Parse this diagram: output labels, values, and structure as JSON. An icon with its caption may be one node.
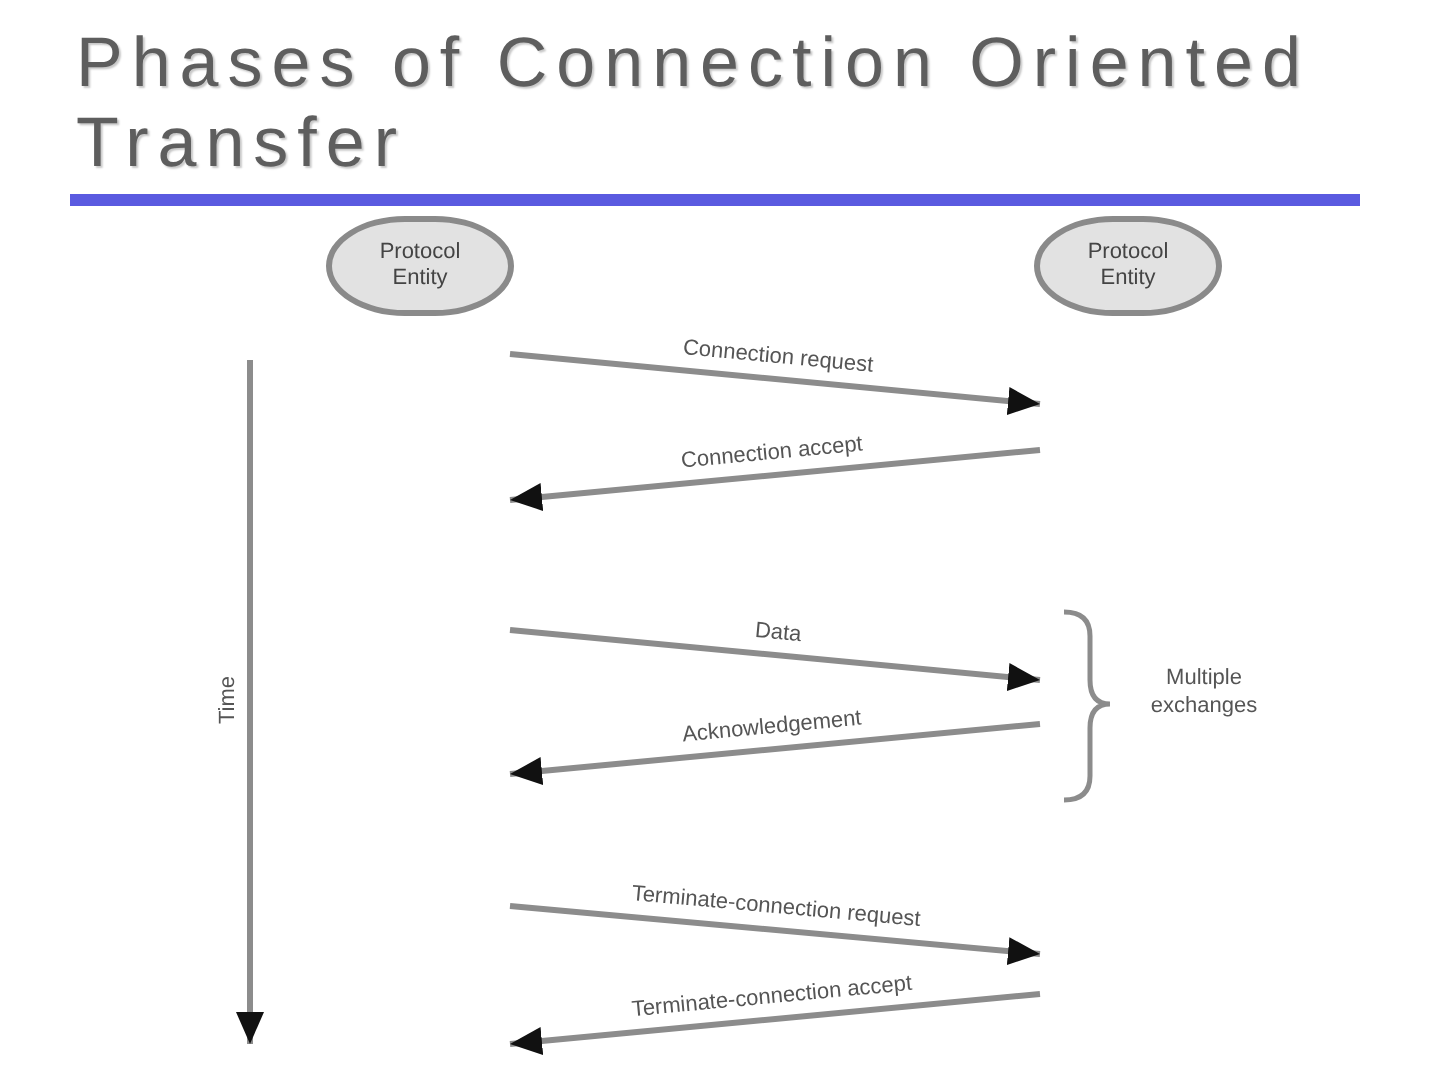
{
  "diagram": {
    "title": "Phases of Connection Oriented Transfer",
    "nodes": [
      {
        "text": [
          "Protocol Entity"
        ]
      },
      {
        "text": [
          "Protocol Entity"
        ]
      }
    ],
    "labels": [
      "Connection request",
      "Connection accept",
      "Data",
      "Time",
      "Multiple exchanges",
      "Acknowledgement",
      "Terminate-connection request",
      "Terminate-connection accept"
    ]
  }
}
